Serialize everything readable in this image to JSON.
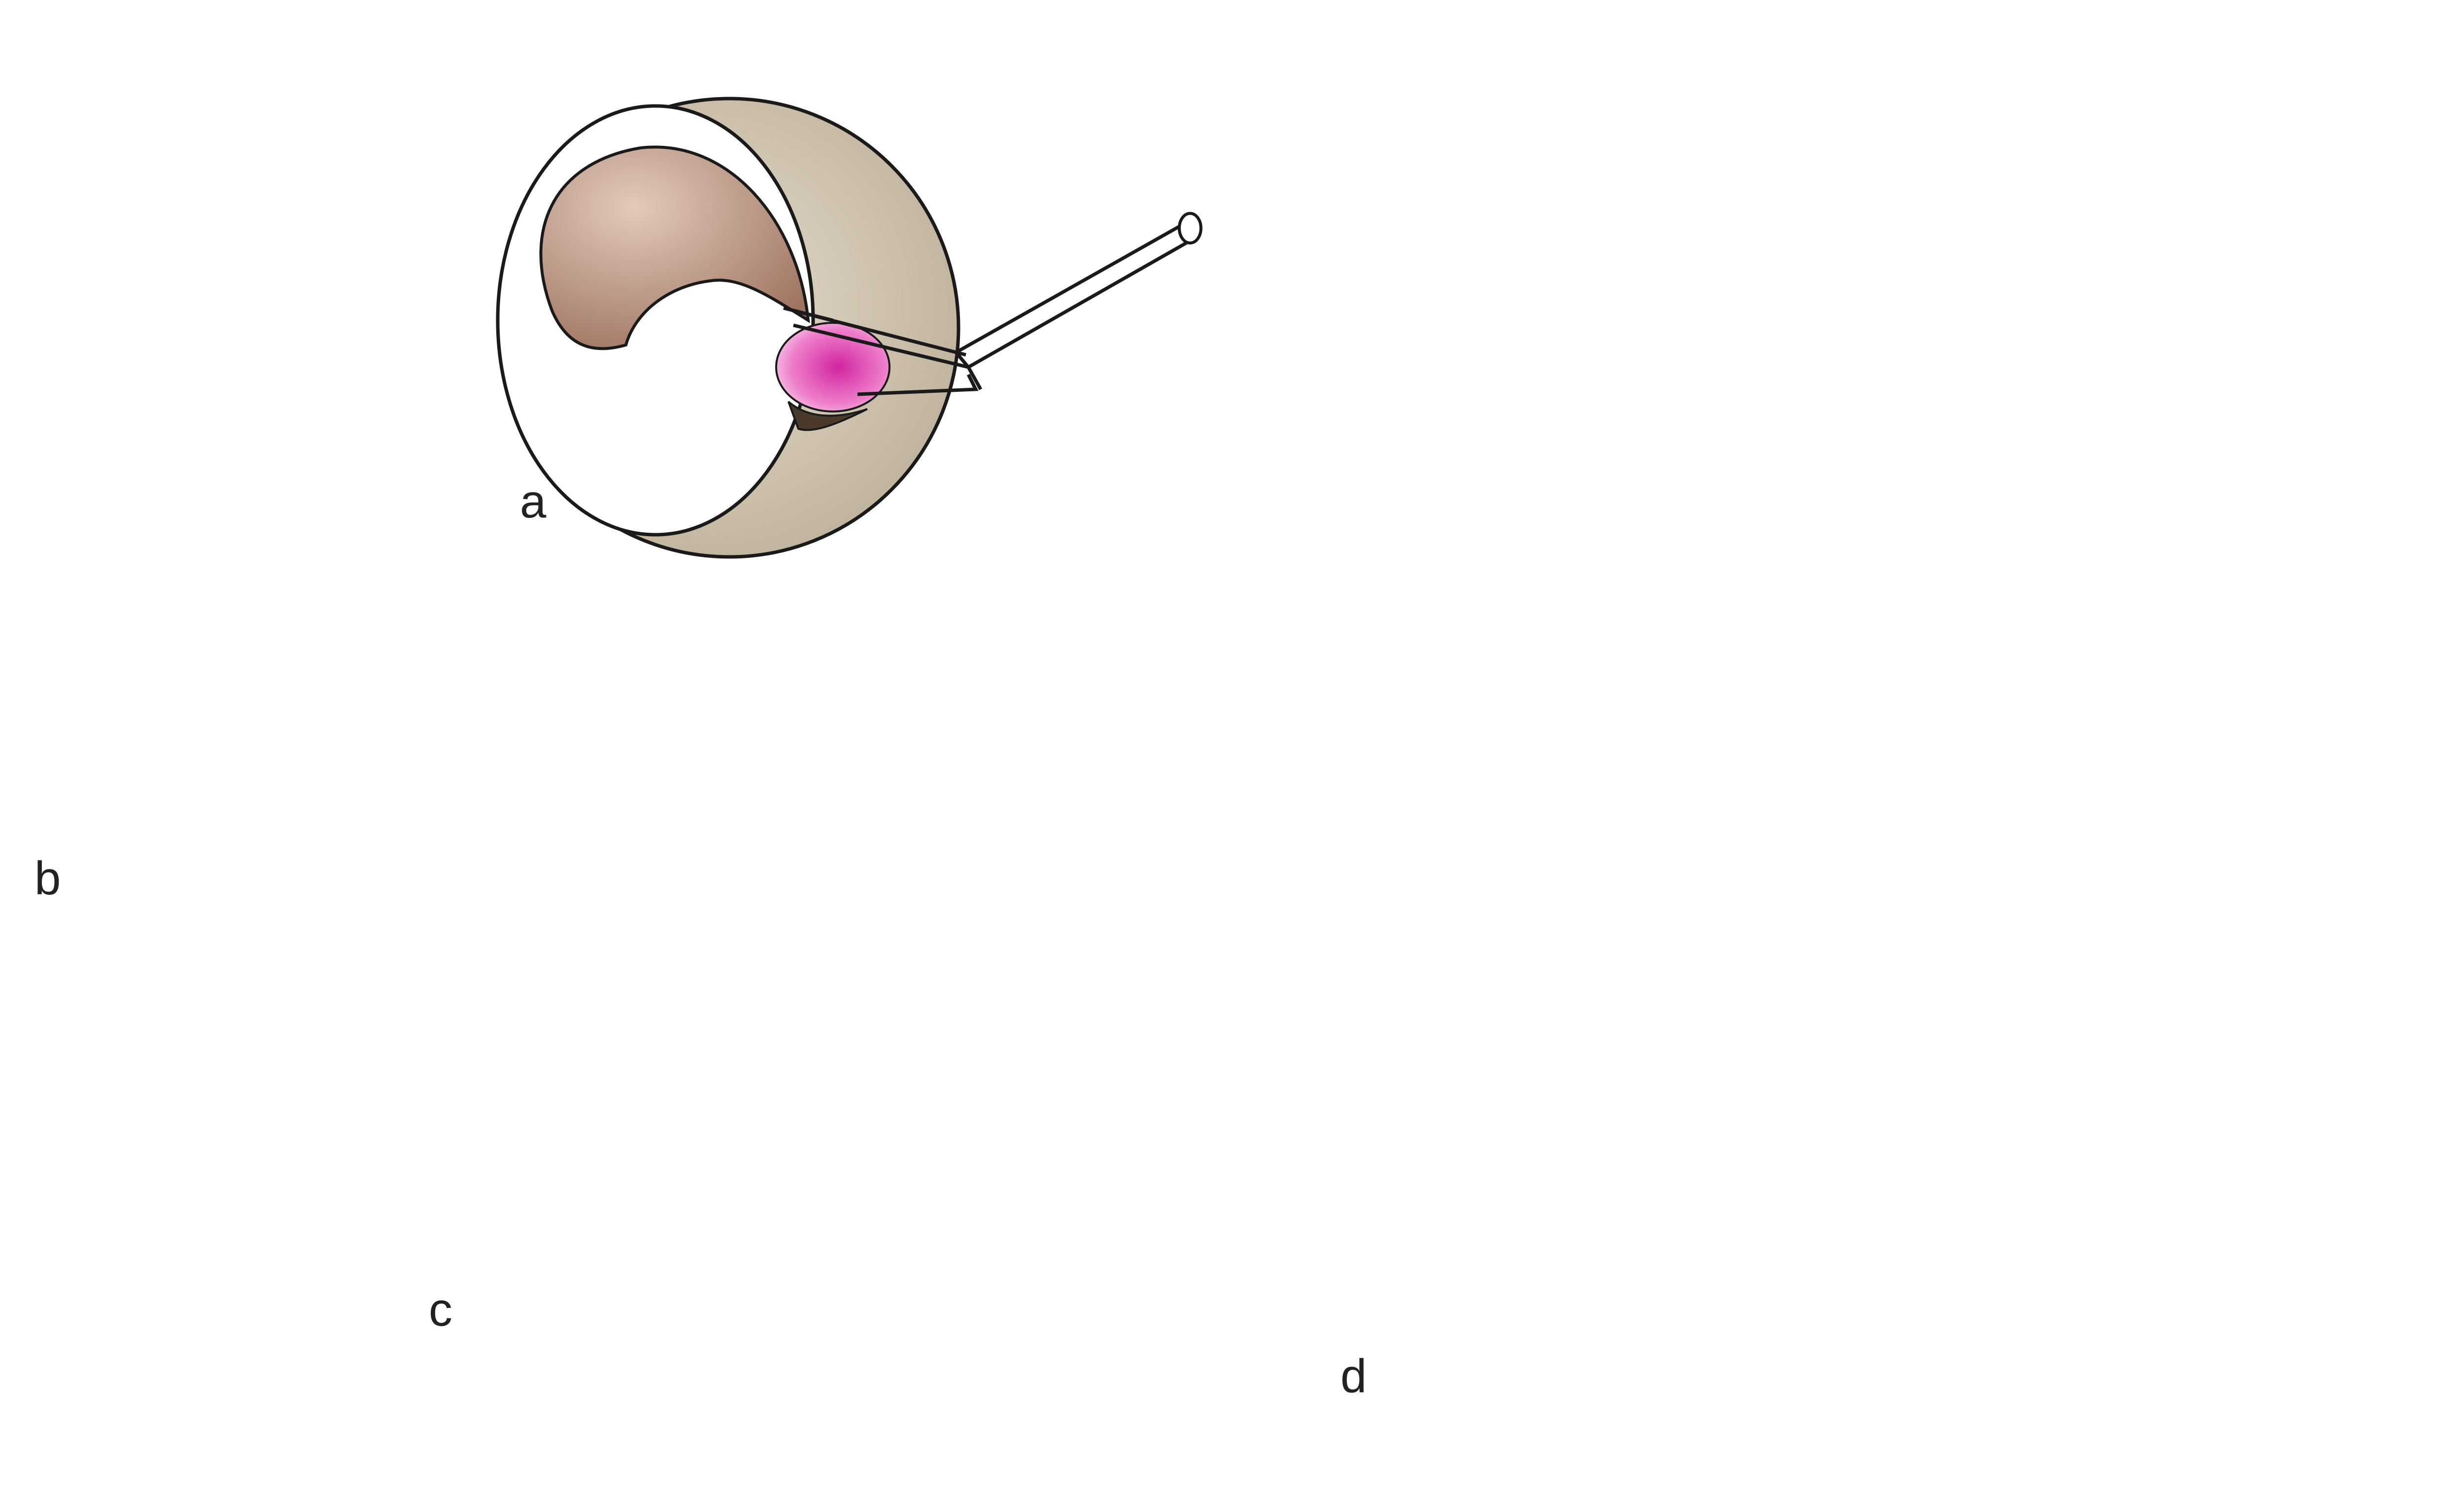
{
  "figure": {
    "panels": [
      {
        "id": "a",
        "label": "a"
      },
      {
        "id": "b",
        "label": "b"
      },
      {
        "id": "c",
        "label": "c"
      },
      {
        "id": "d",
        "label": "d"
      }
    ],
    "colors": {
      "shell": "#cbbfab",
      "shell_dark": "#a8997f",
      "interior": "#ffffff",
      "blastocoel_light": "#dcc2b2",
      "blastocoel_dark": "#a57a66",
      "graft": "#e24bb3",
      "graft_light": "#f1a8d9",
      "outline": "#1a1a1a",
      "larva_body": "#e2c99a",
      "somite": "#f7f3ea",
      "pigment": "#222222",
      "eye": "#d9d2e6",
      "arrow_fill": "#ffffff"
    },
    "icons": [
      "forceps-instrument",
      "curved-arrow",
      "hollow-arrow"
    ]
  }
}
